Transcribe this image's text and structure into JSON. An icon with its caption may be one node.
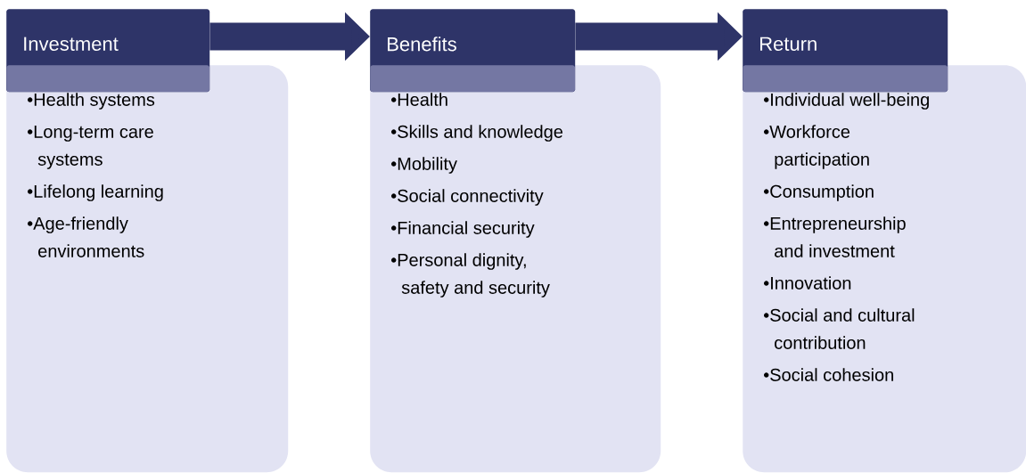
{
  "diagram": {
    "nodes": [
      {
        "text": [
          "Investment"
        ]
      },
      {
        "text": [
          "•Health systems",
          "•Long-term care systems",
          "•Lifelong learning",
          "•Age-friendly environments"
        ]
      },
      {
        "text": [
          "Benefits"
        ]
      },
      {
        "text": [
          "•Health",
          "•Skills and knowledge",
          "•Mobility",
          "•Social connectivity",
          "•Financial security",
          "•Personal dignity, safety and security"
        ]
      },
      {
        "text": [
          "Return"
        ]
      },
      {
        "text": [
          "•Individual well-being",
          "•Workforce participation",
          "•Consumption",
          "•Entrepreneurship and investment",
          "•Innovation",
          "•Social and cultural contribution",
          "•Social cohesion"
        ]
      }
    ],
    "edges": [
      {
        "from": 0,
        "to": 2,
        "arrow": "to"
      },
      {
        "from": 2,
        "to": 4,
        "arrow": "to"
      }
    ]
  }
}
